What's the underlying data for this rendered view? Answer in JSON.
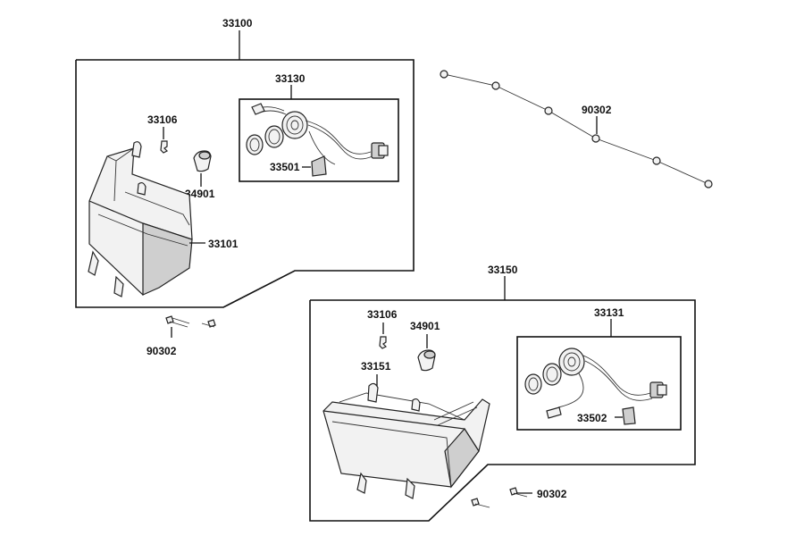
{
  "labels": {
    "assembly_front": "33100",
    "headlamp_unit_a": "33130",
    "socket_a": "33106",
    "bulb_a": "34901",
    "lens_a": "33101",
    "bulb_small_a": "33501",
    "screw_set_top": "90302",
    "screw_set_left": "90302",
    "assembly_rear": "33150",
    "socket_b": "33106",
    "bulb_b": "34901",
    "housing_b": "33151",
    "headlamp_unit_b": "33131",
    "bulb_small_b": "33502",
    "screw_set_bottom": "90302"
  },
  "colors": {
    "line": "#111111",
    "part_fill": "#f2f2f2",
    "part_shade": "#cfcfcf"
  }
}
